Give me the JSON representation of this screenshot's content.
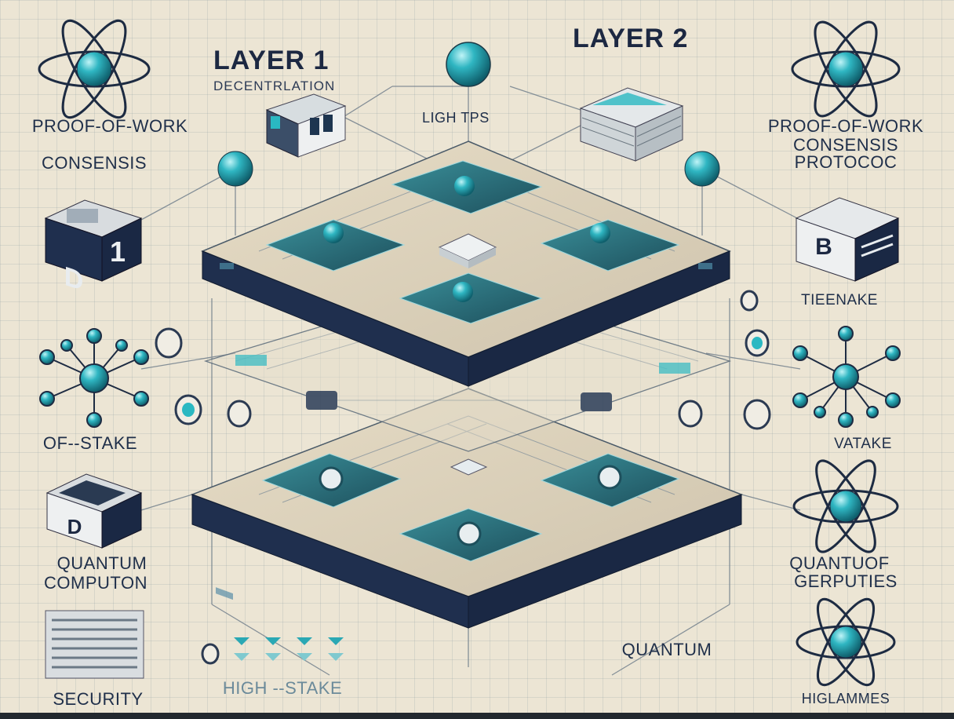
{
  "header": {
    "layer1_title": "LAYER 1",
    "layer1_subtitle": "DECENTRLATION",
    "layer2_title": "LAYER 2",
    "center_node_label": "LIGH TPS"
  },
  "left_column": {
    "consensus_title": "PROOF-OF-WORK",
    "consensus_line2": "CONSENSIS",
    "block_label": "1",
    "stake_label": "OF--STAKE",
    "quantum_line1": "QUANTUM",
    "quantum_line2": "COMPUTON",
    "security_label": "SECURITY"
  },
  "right_column": {
    "consensus_title": "PROOF-OF-WORK",
    "consensus_line2": "CONSENSIS",
    "consensus_line3": "PROTOCOC",
    "stake_top_label": "TIEENAKE",
    "stake_label": "VATAKE",
    "quantum_line1": "QUANTUOF",
    "quantum_line2": "GERPUTIES",
    "bottom_label": "HIGLAMMES"
  },
  "bottom": {
    "center_label": "QUANTUM",
    "left_label": "HIGH --STAKE"
  },
  "colors": {
    "teal": "#2aa8b4",
    "navy": "#1c2842",
    "paper": "#ece5d4"
  },
  "icons": [
    "atom-icon",
    "block-cube-icon",
    "network-node-icon",
    "server-stack-icon",
    "coin-icon"
  ]
}
